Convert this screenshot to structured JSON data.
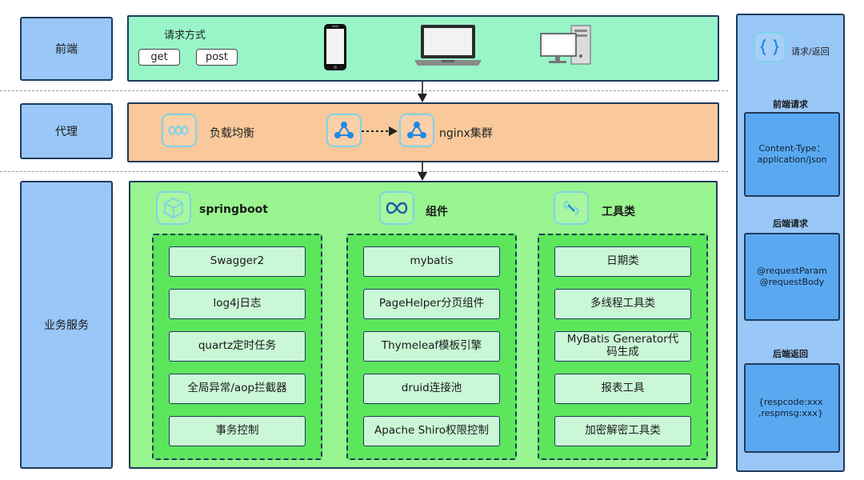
{
  "layers": {
    "frontend": "前端",
    "proxy": "代理",
    "business": "业务服务"
  },
  "frontend": {
    "request_title": "请求方式",
    "methods": [
      "get",
      "post"
    ],
    "devices": [
      "phone-icon",
      "laptop-icon",
      "desktop-icon"
    ]
  },
  "proxy": {
    "load_balance": "负载均衡",
    "cluster": "nginx集群"
  },
  "business": {
    "sections": [
      {
        "title": "springboot",
        "icon": "cube-icon",
        "items": [
          "Swagger2",
          "log4j日志",
          "quartz定时任务",
          "全局异常/aop拦截器",
          "事务控制"
        ]
      },
      {
        "title": "组件",
        "icon": "infinity-icon",
        "items": [
          "mybatis",
          "PageHelper分页组件",
          "Thymeleaf模板引擎",
          "druid连接池",
          "Apache Shiro权限控制"
        ]
      },
      {
        "title": "工具类",
        "icon": "link-icon",
        "items": [
          "日期类",
          "多线程工具类",
          "MyBatis Generator代码生成",
          "报表工具",
          "加密解密工具类"
        ]
      }
    ]
  },
  "right_panel": {
    "header": "请求/返回",
    "front_request_title": "前端请求",
    "front_request_body": "Content-Type：application/json",
    "back_request_title": "后端请求",
    "back_request_body": "@requestParam @requestBody",
    "back_return_title": "后端返回",
    "back_return_body": "{respcode:xxx ,respmsg:xxx}"
  },
  "colors": {
    "frontend_band": "#99f5c8",
    "proxy_band": "#f9c89b",
    "business_band": "#99f58f",
    "group_fill": "#5ce65c",
    "item_fill": "#caf7d6",
    "layer_label": "#99c7f7",
    "right_box": "#5aa9f0",
    "icon_stroke": "#7fd3e8"
  }
}
